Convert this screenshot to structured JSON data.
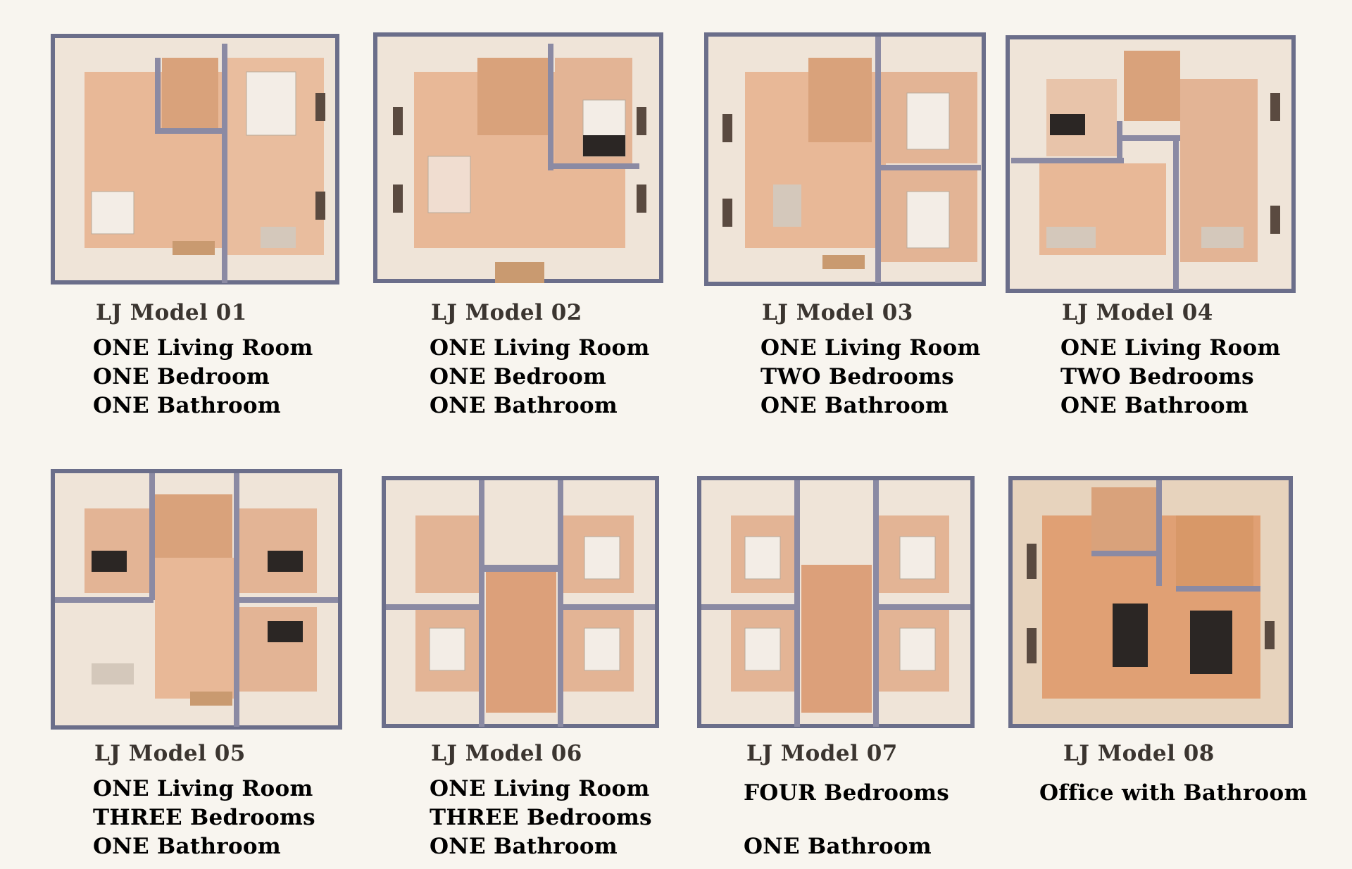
{
  "colors": {
    "background": "#f8f5ef",
    "wall_outline": "#6b6e8a",
    "wall_fill": "#efe4d8",
    "floor": "#e8b897",
    "floor_dark": "#d99a6c",
    "furniture_light": "#f3ede6",
    "furniture_dark": "#2b2624",
    "text": "#3b3530"
  },
  "models": [
    {
      "name": "LJ Model 01",
      "features": [
        "ONE Living Room",
        "ONE Bedroom",
        "ONE Bathroom"
      ]
    },
    {
      "name": "LJ Model 02",
      "features": [
        "ONE Living Room",
        "ONE Bedroom",
        "ONE Bathroom"
      ]
    },
    {
      "name": "LJ Model 03",
      "features": [
        "ONE Living Room",
        "TWO Bedrooms",
        "ONE Bathroom"
      ]
    },
    {
      "name": "LJ Model 04",
      "features": [
        "ONE Living Room",
        "TWO Bedrooms",
        "ONE Bathroom"
      ]
    },
    {
      "name": "LJ Model 05",
      "features": [
        "ONE Living Room",
        "THREE Bedrooms",
        "ONE Bathroom"
      ]
    },
    {
      "name": "LJ Model 06",
      "features": [
        "ONE Living Room",
        "THREE Bedrooms",
        "ONE Bathroom"
      ]
    },
    {
      "name": "LJ Model 07",
      "features": [
        "FOUR Bedrooms",
        "ONE Bathroom"
      ]
    },
    {
      "name": "LJ Model 08",
      "features": [
        "Office with Bathroom"
      ]
    }
  ]
}
